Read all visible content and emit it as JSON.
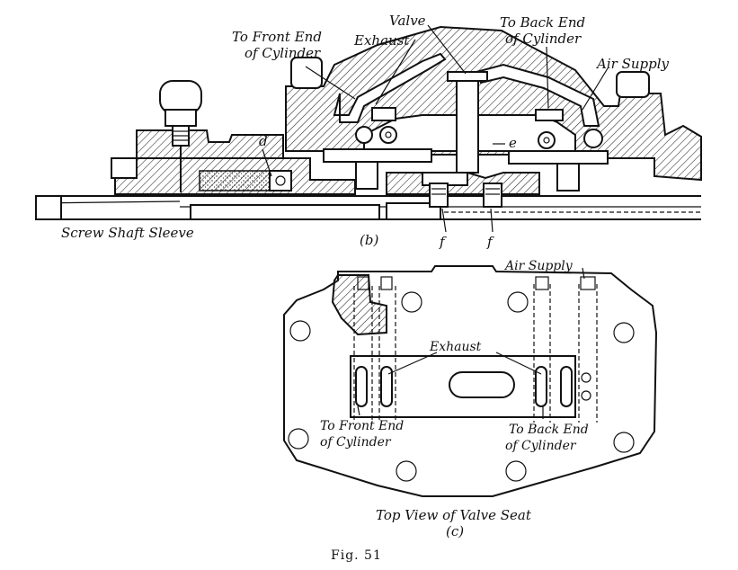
{
  "labels": {
    "valve": "Valve",
    "exhaust_top": "Exhaust",
    "to_front_end_top_1": "To Front End",
    "to_front_end_top_2": "of Cylinder",
    "to_back_end_top_1": "To Back End",
    "to_back_end_top_2": "of Cylinder",
    "air_supply_top": "Air Supply",
    "d": "d",
    "e": "e",
    "f1": "f",
    "f2": "f",
    "screw_shaft_sleeve": "Screw Shaft Sleeve",
    "b": "(b)",
    "air_supply_bottom": "Air Supply",
    "exhaust_bottom": "Exhaust",
    "to_front_end_bottom_1": "To Front End",
    "to_front_end_bottom_2": "of Cylinder",
    "to_back_end_bottom_1": "To Back End",
    "to_back_end_bottom_2": "of Cylinder",
    "top_view": "Top View of Valve Seat",
    "c": "(c)",
    "figure_caption": "Fig. 51"
  }
}
